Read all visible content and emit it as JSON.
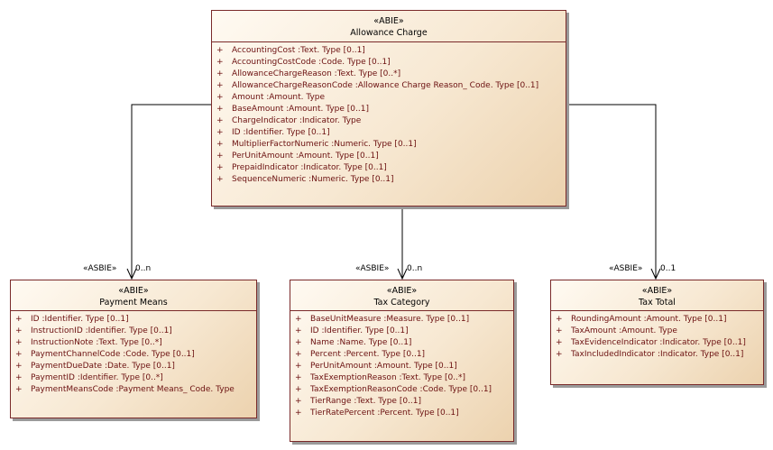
{
  "classes": {
    "allowance_charge": {
      "stereotype": "«ABIE»",
      "name": "Allowance Charge",
      "attributes": [
        "AccountingCost  :Text. Type [0..1]",
        "AccountingCostCode  :Code. Type [0..1]",
        "AllowanceChargeReason  :Text. Type [0..*]",
        "AllowanceChargeReasonCode  :Allowance Charge Reason_ Code. Type [0..1]",
        "Amount  :Amount. Type",
        "BaseAmount  :Amount. Type [0..1]",
        "ChargeIndicator  :Indicator. Type",
        "ID  :Identifier. Type [0..1]",
        "MultiplierFactorNumeric  :Numeric. Type [0..1]",
        "PerUnitAmount  :Amount. Type [0..1]",
        "PrepaidIndicator  :Indicator. Type [0..1]",
        "SequenceNumeric  :Numeric. Type [0..1]"
      ]
    },
    "payment_means": {
      "stereotype": "«ABIE»",
      "name": "Payment Means",
      "attributes": [
        "ID  :Identifier. Type [0..1]",
        "InstructionID  :Identifier. Type [0..1]",
        "InstructionNote  :Text. Type [0..*]",
        "PaymentChannelCode  :Code. Type [0..1]",
        "PaymentDueDate  :Date. Type [0..1]",
        "PaymentID  :Identifier. Type [0..*]",
        "PaymentMeansCode  :Payment Means_ Code. Type"
      ]
    },
    "tax_category": {
      "stereotype": "«ABIE»",
      "name": "Tax Category",
      "attributes": [
        "BaseUnitMeasure  :Measure. Type [0..1]",
        "ID  :Identifier. Type [0..1]",
        "Name  :Name. Type [0..1]",
        "Percent  :Percent. Type [0..1]",
        "PerUnitAmount  :Amount. Type [0..1]",
        "TaxExemptionReason  :Text. Type [0..*]",
        "TaxExemptionReasonCode  :Code. Type [0..1]",
        "TierRange  :Text. Type [0..1]",
        "TierRatePercent  :Percent. Type [0..1]"
      ]
    },
    "tax_total": {
      "stereotype": "«ABIE»",
      "name": "Tax Total",
      "attributes": [
        "RoundingAmount  :Amount. Type [0..1]",
        "TaxAmount  :Amount. Type",
        "TaxEvidenceIndicator  :Indicator. Type [0..1]",
        "TaxIncludedIndicator  :Indicator. Type [0..1]"
      ]
    }
  },
  "attribute_marker": "+",
  "connectors": [
    {
      "role": "«ASBIE»",
      "multiplicity": "0..n",
      "target": "Payment Means"
    },
    {
      "role": "«ASBIE»",
      "multiplicity": "0..n",
      "target": "Tax Category"
    },
    {
      "role": "«ASBIE»",
      "multiplicity": "0..1",
      "target": "Tax Total"
    }
  ],
  "colors": {
    "border": "#7a2a2a",
    "attribute_text": "#6b1010",
    "line": "#000000"
  }
}
